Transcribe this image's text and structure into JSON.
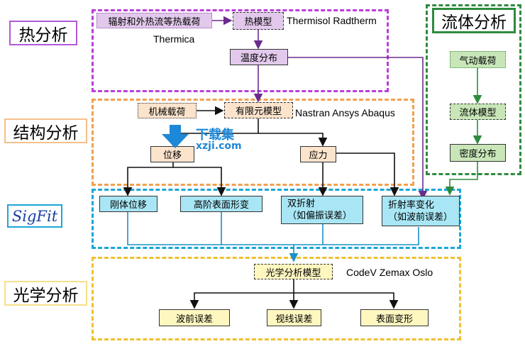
{
  "sections": {
    "thermal": "热分析",
    "structural": "结构分析",
    "fluid": "流体分析",
    "sigfit": "SigFit",
    "optical": "光学分析"
  },
  "thermal": {
    "heat_load": "辐射和外热流等热载荷",
    "thermal_model": "热模型",
    "tools_right": "Thermisol Radtherm",
    "tools_below": "Thermica",
    "temperature_distribution": "温度分布"
  },
  "structural": {
    "mechanical_load": "机械载荷",
    "fem_model": "有限元模型",
    "tools": "Nastran Ansys Abaqus",
    "displacement": "位移",
    "stress": "应力"
  },
  "fluid": {
    "aero_load": "气动载荷",
    "fluid_model": "流体模型",
    "density_distribution": "密度分布"
  },
  "sigfit": {
    "rigid_displacement": "刚体位移",
    "high_order_deformation": "高阶表面形变",
    "birefringence_line1": "双折射",
    "birefringence_line2": "（如偏振误差）",
    "refractive_line1": "折射率变化",
    "refractive_line2": "（如波前误差）"
  },
  "optical": {
    "optical_model": "光学分析模型",
    "tools": "CodeV Zemax Oslo",
    "wavefront_error": "波前误差",
    "los_error": "视线误差",
    "surface_deformation": "表面变形"
  },
  "watermark": {
    "line1": "下载集",
    "line2": "xzji.com"
  },
  "colors": {
    "thermal": "#b05ad6",
    "structural": "#f0a050",
    "fluid": "#2e8b3e",
    "sigfit": "#1aa6d8",
    "optical": "#f0c030",
    "purple_fill": "#e2c9ec",
    "peach_fill": "#fbe3cc",
    "green_fill": "#c8e6b8",
    "cyan_fill": "#a8e6f5",
    "yellow_fill": "#fff7c0"
  }
}
